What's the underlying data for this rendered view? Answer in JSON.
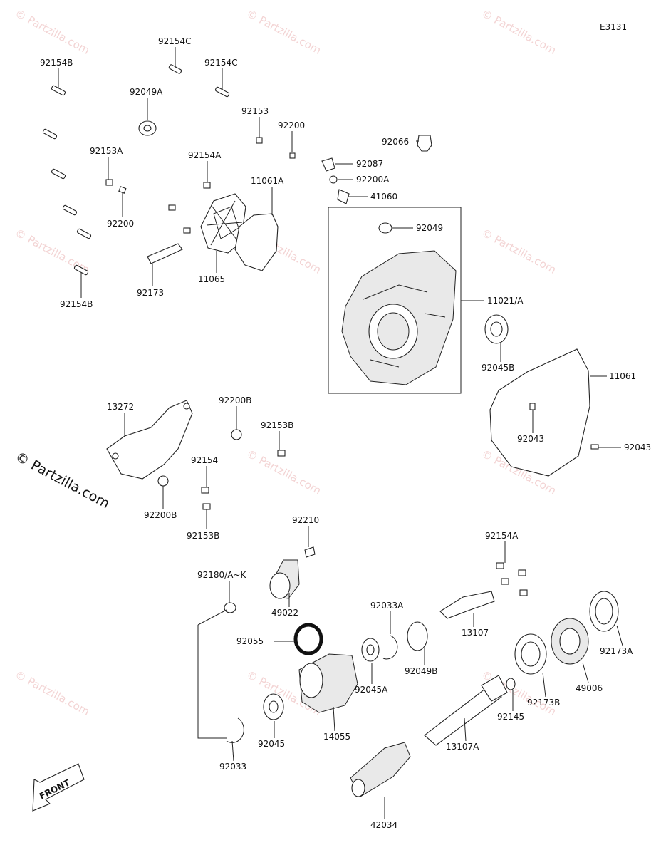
{
  "diagram_code": "E3131",
  "brand_watermark": "© Partzilla.com",
  "watermark_text": "© Partzilla.com",
  "front_label": "FRONT",
  "callouts": [
    {
      "id": "c01",
      "text": "92154C"
    },
    {
      "id": "c02",
      "text": "92154B"
    },
    {
      "id": "c03",
      "text": "92154C"
    },
    {
      "id": "c04",
      "text": "92049A"
    },
    {
      "id": "c05",
      "text": "92153"
    },
    {
      "id": "c06",
      "text": "92200"
    },
    {
      "id": "c07",
      "text": "92066"
    },
    {
      "id": "c08",
      "text": "92153A"
    },
    {
      "id": "c09",
      "text": "92154A"
    },
    {
      "id": "c10",
      "text": "92087"
    },
    {
      "id": "c11",
      "text": "92200A"
    },
    {
      "id": "c12",
      "text": "11061A"
    },
    {
      "id": "c13",
      "text": "41060"
    },
    {
      "id": "c14",
      "text": "92200"
    },
    {
      "id": "c15",
      "text": "92049"
    },
    {
      "id": "c16",
      "text": "11065"
    },
    {
      "id": "c17",
      "text": "92173"
    },
    {
      "id": "c18",
      "text": "92154B"
    },
    {
      "id": "c19",
      "text": "11021/A"
    },
    {
      "id": "c20",
      "text": "92045B"
    },
    {
      "id": "c21",
      "text": "11061"
    },
    {
      "id": "c22",
      "text": "92200B"
    },
    {
      "id": "c23",
      "text": "13272"
    },
    {
      "id": "c24",
      "text": "92153B"
    },
    {
      "id": "c25",
      "text": "92043"
    },
    {
      "id": "c26",
      "text": "92043"
    },
    {
      "id": "c27",
      "text": "92154"
    },
    {
      "id": "c28",
      "text": "92200B"
    },
    {
      "id": "c29",
      "text": "92153B"
    },
    {
      "id": "c30",
      "text": "92210"
    },
    {
      "id": "c31",
      "text": "92154A"
    },
    {
      "id": "c32",
      "text": "92180/A~K"
    },
    {
      "id": "c33",
      "text": "49022"
    },
    {
      "id": "c34",
      "text": "92033A"
    },
    {
      "id": "c35",
      "text": "13107"
    },
    {
      "id": "c36",
      "text": "92055"
    },
    {
      "id": "c37",
      "text": "92049B"
    },
    {
      "id": "c38",
      "text": "92173A"
    },
    {
      "id": "c39",
      "text": "92045A"
    },
    {
      "id": "c40",
      "text": "49006"
    },
    {
      "id": "c41",
      "text": "14055"
    },
    {
      "id": "c42",
      "text": "92173B"
    },
    {
      "id": "c43",
      "text": "92145"
    },
    {
      "id": "c44",
      "text": "92045"
    },
    {
      "id": "c45",
      "text": "13107A"
    },
    {
      "id": "c46",
      "text": "92033"
    },
    {
      "id": "c47",
      "text": "42034"
    }
  ]
}
